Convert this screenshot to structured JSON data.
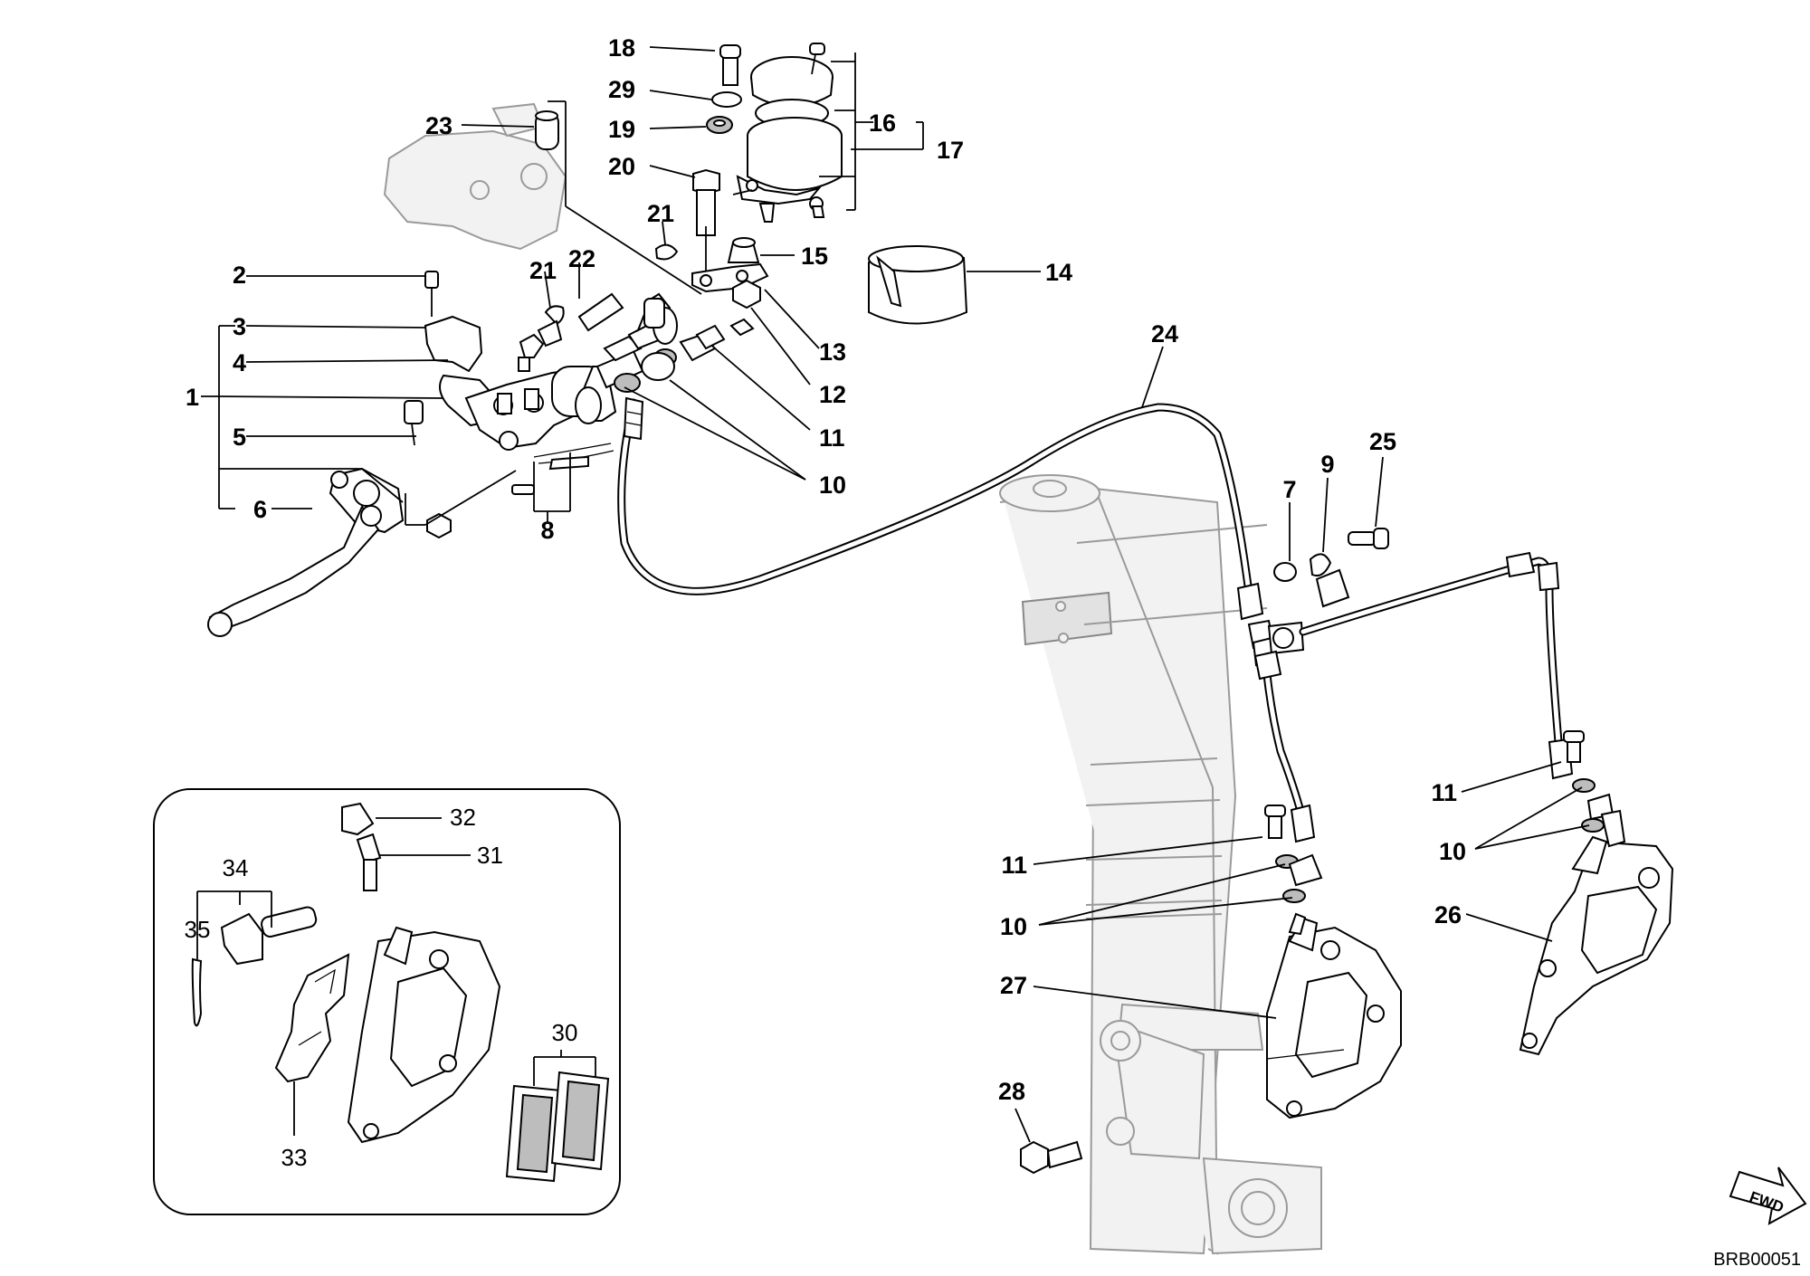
{
  "diagram": {
    "part_numbers": {
      "p1": "1",
      "p2": "2",
      "p3": "3",
      "p4": "4",
      "p5": "5",
      "p6": "6",
      "p7": "7",
      "p8": "8",
      "p9": "9",
      "p10": "10",
      "p11": "11",
      "p12": "12",
      "p13": "13",
      "p14": "14",
      "p15": "15",
      "p16": "16",
      "p17": "17",
      "p18": "18",
      "p19": "19",
      "p20": "20",
      "p21": "21",
      "p22": "22",
      "p23": "23",
      "p24": "24",
      "p25": "25",
      "p26": "26",
      "p27": "27",
      "p28": "28",
      "p29": "29"
    },
    "inset": {
      "p30": "30",
      "p31": "31",
      "p32": "32",
      "p33": "33",
      "p34": "34",
      "p35": "35"
    },
    "fwd_arrow": "FWD",
    "drawing_code": "BRB00051"
  },
  "colors": {
    "line": "#000000",
    "background": "#ffffff",
    "ghost_part": "#e2e2e2",
    "shading": "#bdbdbd"
  },
  "icons": {
    "direction": "fwd-arrow-icon"
  }
}
